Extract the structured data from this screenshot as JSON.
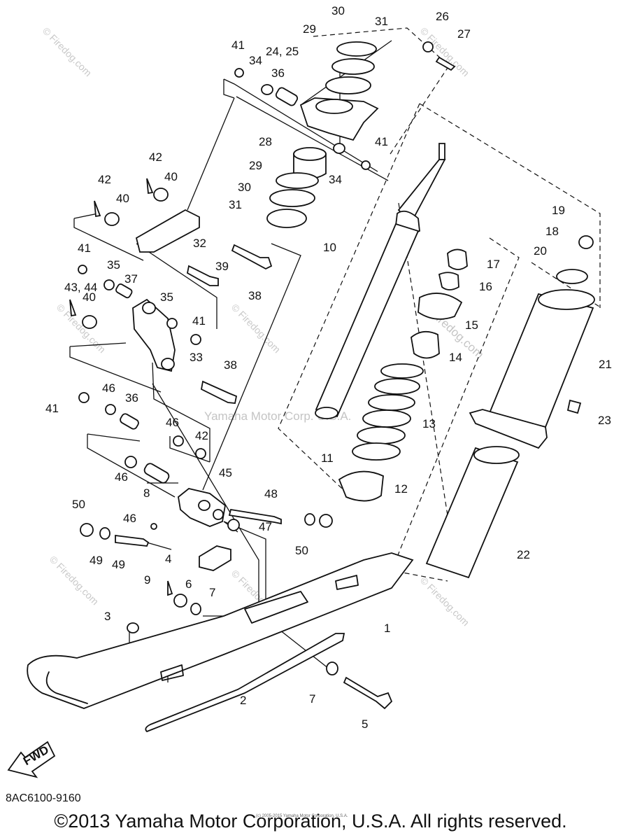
{
  "diagram": {
    "callouts": [
      "1",
      "2",
      "3",
      "4",
      "5",
      "6",
      "7",
      "7",
      "8",
      "9",
      "10",
      "11",
      "12",
      "13",
      "14",
      "15",
      "16",
      "17",
      "18",
      "19",
      "20",
      "21",
      "22",
      "23",
      "24, 25",
      "26",
      "27",
      "28",
      "29",
      "29",
      "30",
      "30",
      "31",
      "31",
      "32",
      "33",
      "34",
      "34",
      "35",
      "35",
      "36",
      "36",
      "37",
      "38",
      "38",
      "39",
      "40",
      "40",
      "40",
      "41",
      "41",
      "41",
      "41",
      "41",
      "42",
      "42",
      "42",
      "43, 44",
      "45",
      "46",
      "46",
      "46",
      "46",
      "47",
      "48",
      "49",
      "49",
      "50",
      "50"
    ],
    "watermark_center": "Yamaha Motor Corp. U.S.A.",
    "watermark_site": "© Firedog.com",
    "watermark_site_inline": "Firedog.com",
    "fwd_label": "FWD"
  },
  "footer": {
    "part_code": "8AC6100-9160",
    "copyright": "©2013 Yamaha Motor Corporation, U.S.A. All rights reserved.",
    "tiny_note": "(c) 2005-2015 Yamaha Motor Corporation, U.S.A."
  }
}
